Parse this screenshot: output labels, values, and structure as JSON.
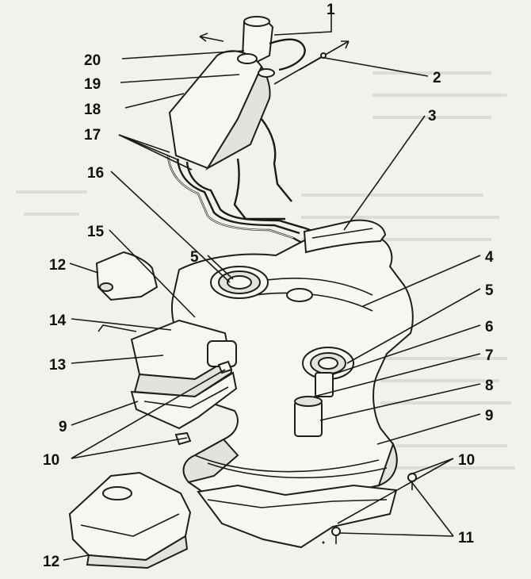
{
  "figure": {
    "callouts": [
      {
        "id": "c1",
        "text": "1"
      },
      {
        "id": "c2",
        "text": "2"
      },
      {
        "id": "c3",
        "text": "3"
      },
      {
        "id": "c4",
        "text": "4"
      },
      {
        "id": "c5a",
        "text": "5"
      },
      {
        "id": "c5b",
        "text": "5"
      },
      {
        "id": "c6",
        "text": "6"
      },
      {
        "id": "c7",
        "text": "7"
      },
      {
        "id": "c8",
        "text": "8"
      },
      {
        "id": "c9a",
        "text": "9"
      },
      {
        "id": "c9b",
        "text": "9"
      },
      {
        "id": "c10a",
        "text": "10"
      },
      {
        "id": "c10b",
        "text": "10"
      },
      {
        "id": "c11",
        "text": "11"
      },
      {
        "id": "c12a",
        "text": "12"
      },
      {
        "id": "c12b",
        "text": "12"
      },
      {
        "id": "c13",
        "text": "13"
      },
      {
        "id": "c14",
        "text": "14"
      },
      {
        "id": "c15",
        "text": "15"
      },
      {
        "id": "c16",
        "text": "16"
      },
      {
        "id": "c17",
        "text": "17"
      },
      {
        "id": "c18",
        "text": "18"
      },
      {
        "id": "c19",
        "text": "19"
      },
      {
        "id": "c20",
        "text": "20"
      }
    ]
  },
  "colors": {
    "line": "#1a1a1a",
    "paper": "#f3f1ec",
    "fill": "#f7f6f2",
    "shade": "#cfccc4"
  }
}
